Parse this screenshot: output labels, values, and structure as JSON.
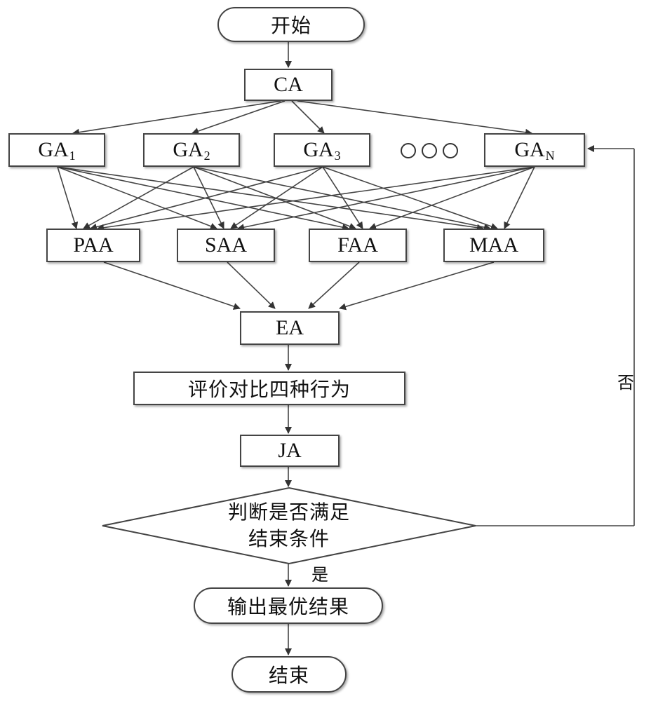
{
  "nodes": {
    "start": "开始",
    "ca": "CA",
    "ga1": {
      "base": "GA",
      "sub": "1"
    },
    "ga2": {
      "base": "GA",
      "sub": "2"
    },
    "ga3": {
      "base": "GA",
      "sub": "3"
    },
    "gan": {
      "base": "GA",
      "sub": "N"
    },
    "paa": "PAA",
    "saa": "SAA",
    "faa": "FAA",
    "maa": "MAA",
    "ea": "EA",
    "evaluate": "评价对比四种行为",
    "ja": "JA",
    "decision_line1": "判断是否满足",
    "decision_line2": "结束条件",
    "output": "输出最优结果",
    "end": "结束"
  },
  "edge_labels": {
    "yes": "是",
    "no": "否"
  },
  "colors": {
    "line": "#444444",
    "arrow": "#333333",
    "background": "#ffffff"
  }
}
